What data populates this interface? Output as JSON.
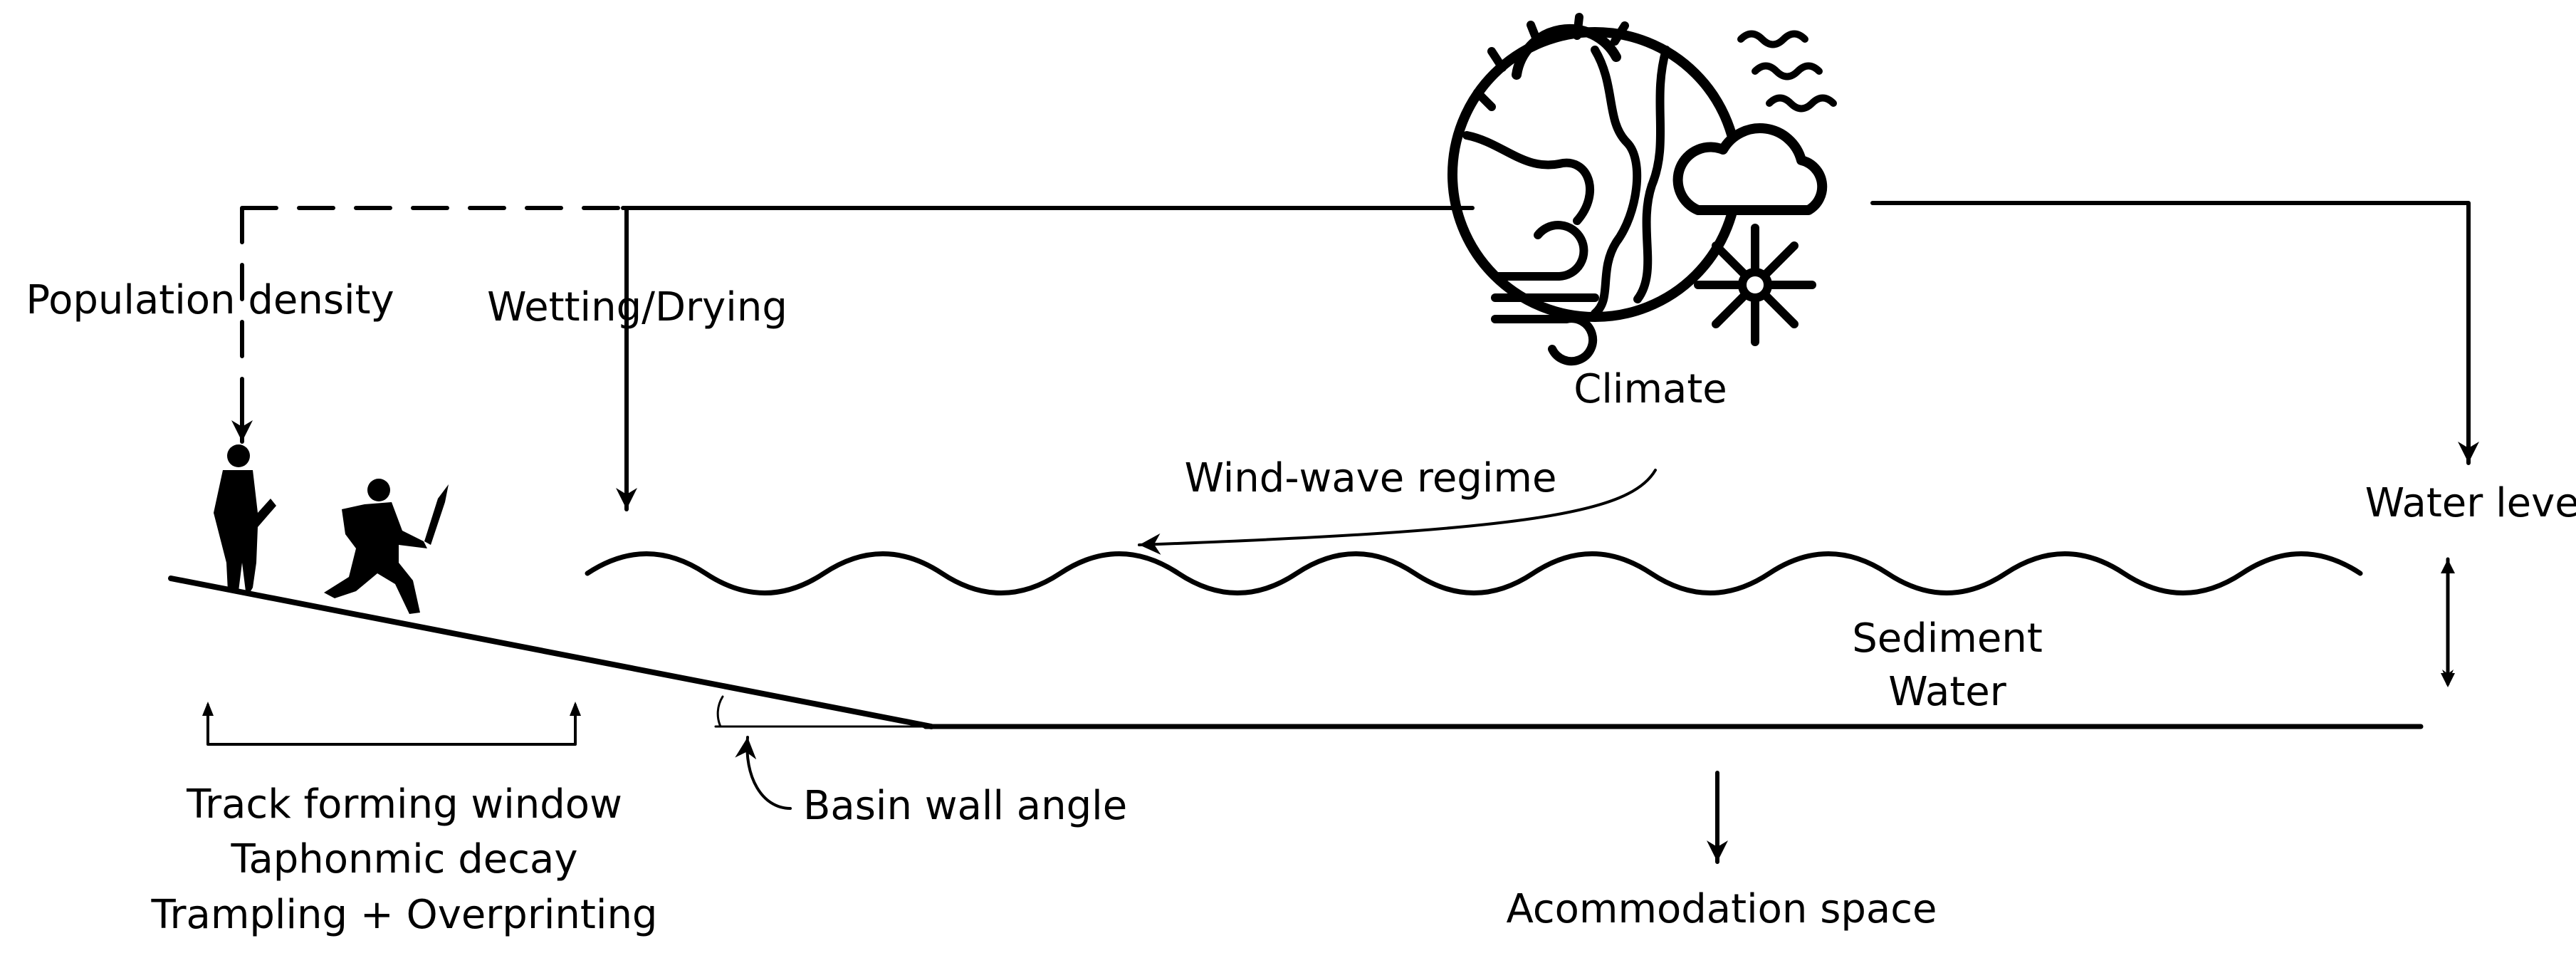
{
  "labels": {
    "population_density": "Population density",
    "wetting_drying": "Wetting/Drying",
    "climate": "Climate",
    "wind_wave_regime": "Wind-wave regime",
    "water_level": "Water level",
    "sediment": "Sediment",
    "water": "Water",
    "track_forming_window": "Track forming window",
    "taphonomic_decay": "Taphonmic decay",
    "trampling_overprinting": "Trampling + Overprinting",
    "basin_wall_angle": "Basin wall angle",
    "accommodation_space": "Acommodation space"
  },
  "icons": {
    "climate": "globe-weather-icon",
    "humans": "human-silhouettes-icon"
  }
}
